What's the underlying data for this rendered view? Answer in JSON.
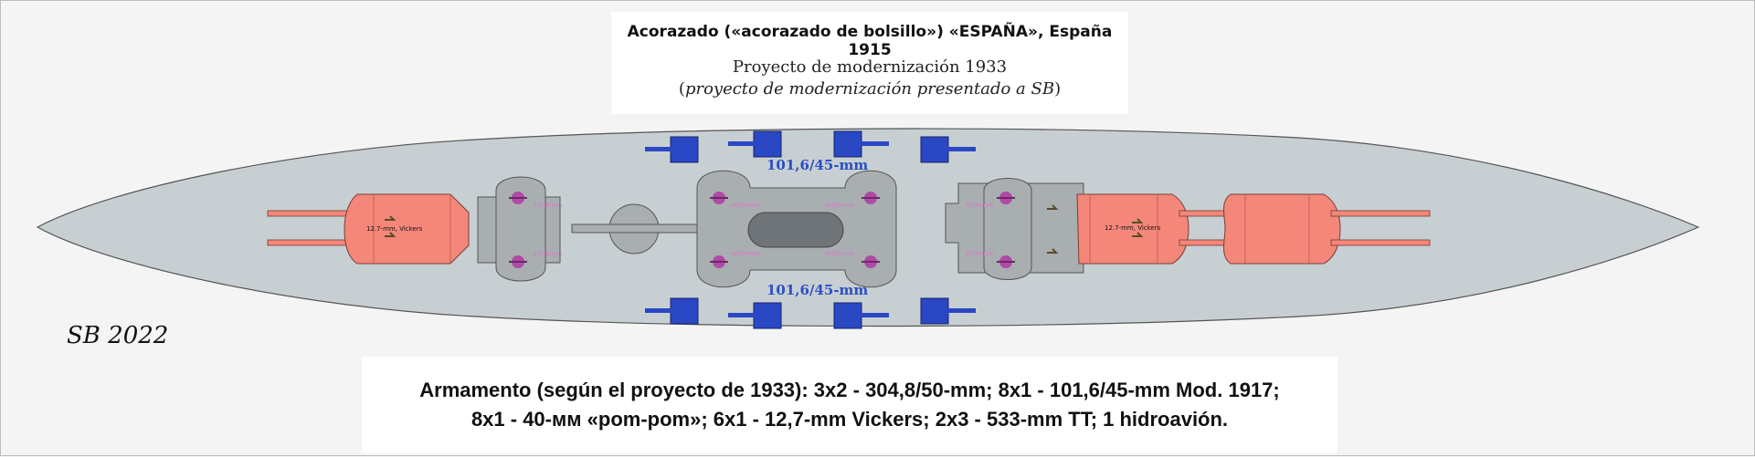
{
  "header": {
    "title": "Acorazado («acorazado de bolsillo») «ESPAÑA», España 1915",
    "subtitle": "Proyecto de modernización 1933",
    "subtitle2_open": "(",
    "subtitle2_italic": "proyecto de modernización presentado a SB",
    "subtitle2_close": ")"
  },
  "drawing": {
    "caliber_top": "101,6/45-mm",
    "caliber_bottom": "101,6/45-mm",
    "turret_label_fwd": "12.7-mm, Vickers",
    "turret_label_aft": "12.7-mm, Vickers",
    "pompom_label": "40/39-mm",
    "colors": {
      "hull": "#c8cfd2",
      "superstructure": "#a9aeb1",
      "turret": "#f4877a",
      "secondary_gun": "#2a47c4",
      "pompom": "#b04aa6"
    }
  },
  "signature": "SB 2022",
  "armament": {
    "line1": "Armamento (según el proyecto de 1933): 3x2 - 304,8/50-mm; 8x1 - 101,6/45-mm Mod. 1917;",
    "line2": "8x1 - 40-мм «pom-pom»; 6x1 - 12,7-mm Vickers; 2x3 - 533-mm TT; 1 hidroavión."
  }
}
